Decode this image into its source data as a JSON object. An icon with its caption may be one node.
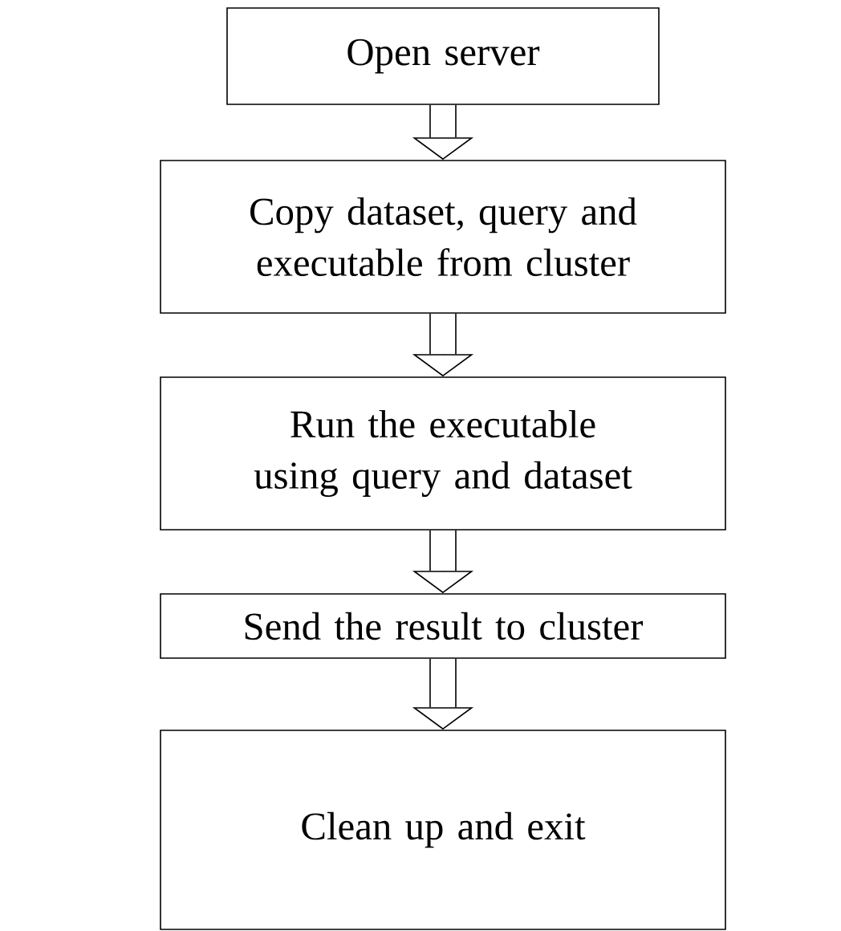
{
  "diagram": {
    "nodes": [
      {
        "text": [
          "Open server"
        ]
      },
      {
        "text": [
          "Copy dataset, query and executable from cluster"
        ]
      },
      {
        "text": [
          "Run the executable using query and dataset"
        ]
      },
      {
        "text": [
          "Send the result to cluster"
        ]
      },
      {
        "text": [
          "Clean up and exit"
        ]
      }
    ],
    "edges": [
      {
        "from": 0,
        "to": 1,
        "arrow": "to"
      },
      {
        "from": 1,
        "to": 2,
        "arrow": "to"
      },
      {
        "from": 2,
        "to": 3,
        "arrow": "to"
      },
      {
        "from": 3,
        "to": 4,
        "arrow": "to"
      }
    ]
  }
}
